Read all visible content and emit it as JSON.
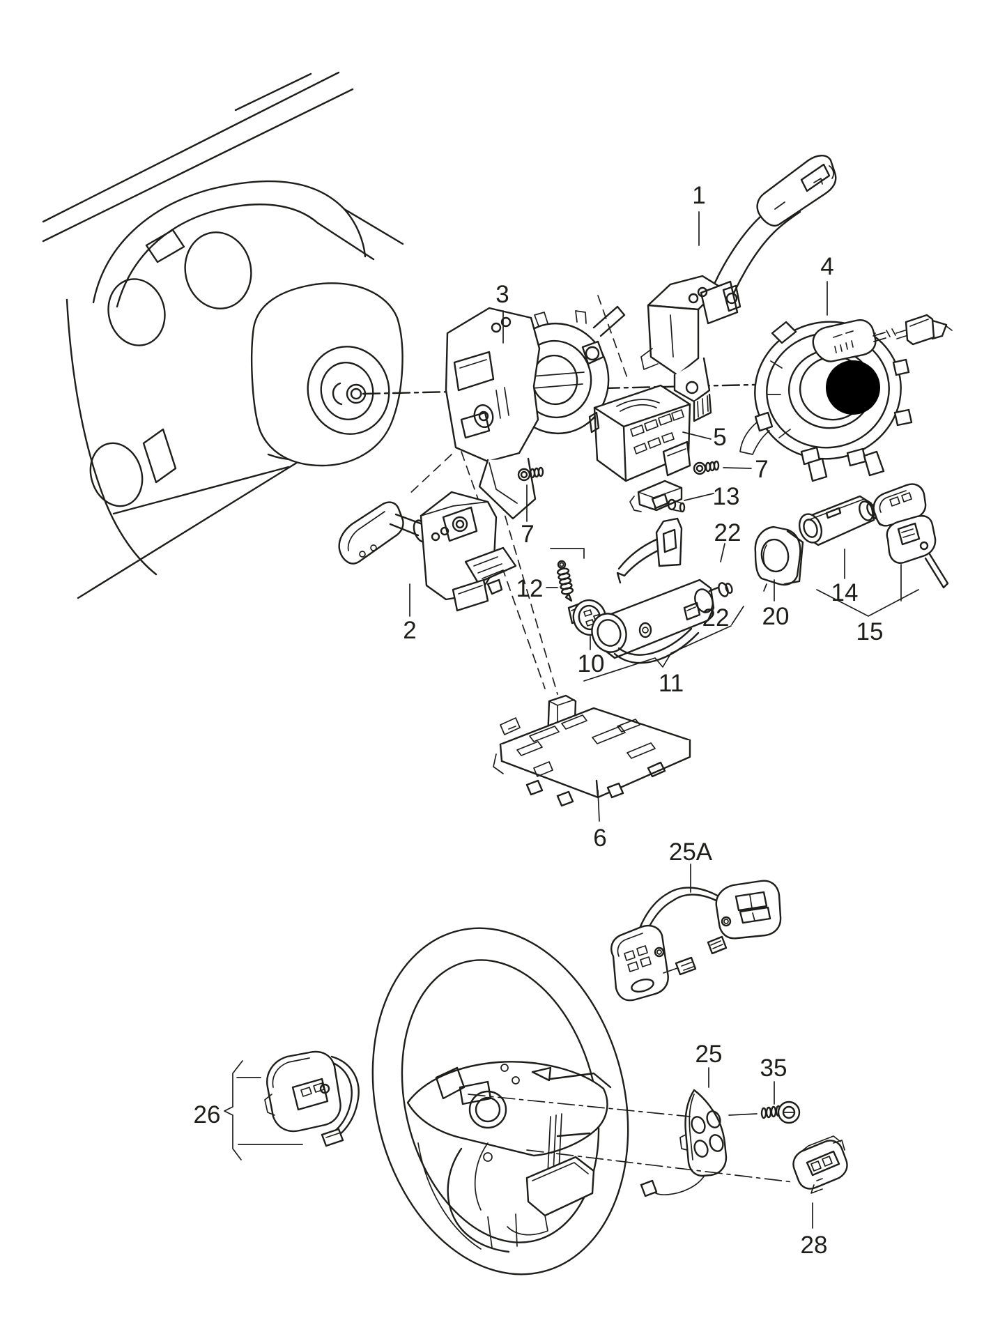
{
  "diagram": {
    "type": "exploded-parts-line-drawing",
    "subject": "steering column, switches, ignition lock and steering wheel",
    "colors": {
      "line": "#1d1d1b",
      "highlight": "#000000",
      "background": "#ffffff"
    },
    "callouts": [
      {
        "id": "part-1",
        "text": "1"
      },
      {
        "id": "part-2",
        "text": "2"
      },
      {
        "id": "part-3",
        "text": "3"
      },
      {
        "id": "part-4",
        "text": "4"
      },
      {
        "id": "part-5",
        "text": "5"
      },
      {
        "id": "part-6",
        "text": "6"
      },
      {
        "id": "part-7-right",
        "text": "7"
      },
      {
        "id": "part-7-left",
        "text": "7"
      },
      {
        "id": "part-10",
        "text": "10"
      },
      {
        "id": "part-11",
        "text": "11"
      },
      {
        "id": "part-12",
        "text": "12"
      },
      {
        "id": "part-13",
        "text": "13"
      },
      {
        "id": "part-14",
        "text": "14"
      },
      {
        "id": "part-15",
        "text": "15"
      },
      {
        "id": "part-20",
        "text": "20"
      },
      {
        "id": "part-22-upper",
        "text": "22"
      },
      {
        "id": "part-22-lower",
        "text": "22"
      },
      {
        "id": "part-25",
        "text": "25"
      },
      {
        "id": "part-25A",
        "text": "25A"
      },
      {
        "id": "part-26",
        "text": "26"
      },
      {
        "id": "part-28",
        "text": "28"
      },
      {
        "id": "part-35",
        "text": "35"
      }
    ]
  }
}
